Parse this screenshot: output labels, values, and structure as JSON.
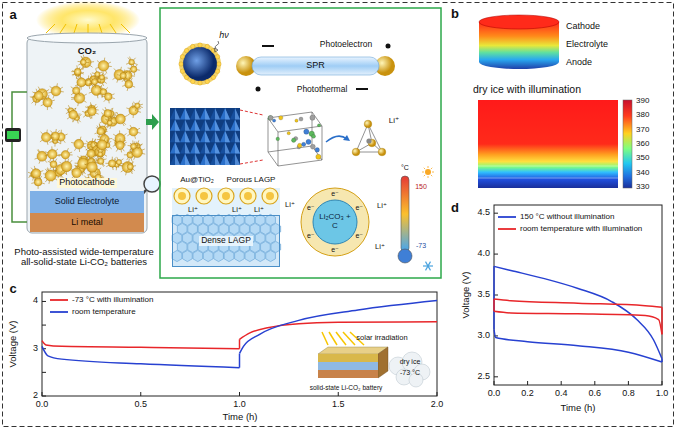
{
  "diagram": {
    "nodes": [
      {
        "text": [
          "Photocathode"
        ]
      },
      {
        "text": [
          "Solid Electrolyte"
        ]
      },
      {
        "text": [
          "Li metal"
        ]
      },
      {
        "text": [
          "SPR"
        ]
      },
      {
        "text": [
          "Dense LAGP"
        ]
      },
      {
        "text": [
          "Li₂CO₃ + C"
        ]
      }
    ],
    "labels": [
      "a",
      "CO₂",
      "Photo-assisted wide-temperature all-solid-state Li-CO₂ batteries",
      "hν",
      "Photoelectron",
      "Photothermal",
      "Li⁺",
      "Au@TiO₂",
      "Porous LAGP",
      "Li⁺",
      "Li⁺",
      "Li⁺",
      "Li⁺",
      "Li⁺",
      "Li⁺",
      "e⁻",
      "e⁻",
      "e⁻",
      "e⁻",
      "e⁻",
      "e⁻",
      "°C",
      "150",
      "-73",
      "b",
      "Cathode",
      "Electrolyte",
      "Anode",
      "dry ice with illumination",
      "390",
      "380",
      "370",
      "360",
      "350",
      "340",
      "330",
      "c",
      "Voltage (V)",
      "Time (h)",
      "2",
      "3",
      "4",
      "0.0",
      "0.5",
      "1.0",
      "1.5",
      "2.0",
      "solar irradiation",
      "dry ice",
      "-73 °C",
      "solid-state Li-CO₂ battery",
      "d",
      "Voltage (V)",
      "Time (h)",
      "2.5",
      "3.0",
      "3.5",
      "4.0",
      "4.5",
      "0.0",
      "0.2",
      "0.4",
      "0.6",
      "0.8",
      "1.0"
    ],
    "legend": [
      {
        "text": "-73 °C with illumination"
      },
      {
        "text": "room temperature"
      },
      {
        "text": "150 °C without illumination"
      },
      {
        "text": "room temperature with illumination"
      }
    ]
  }
}
